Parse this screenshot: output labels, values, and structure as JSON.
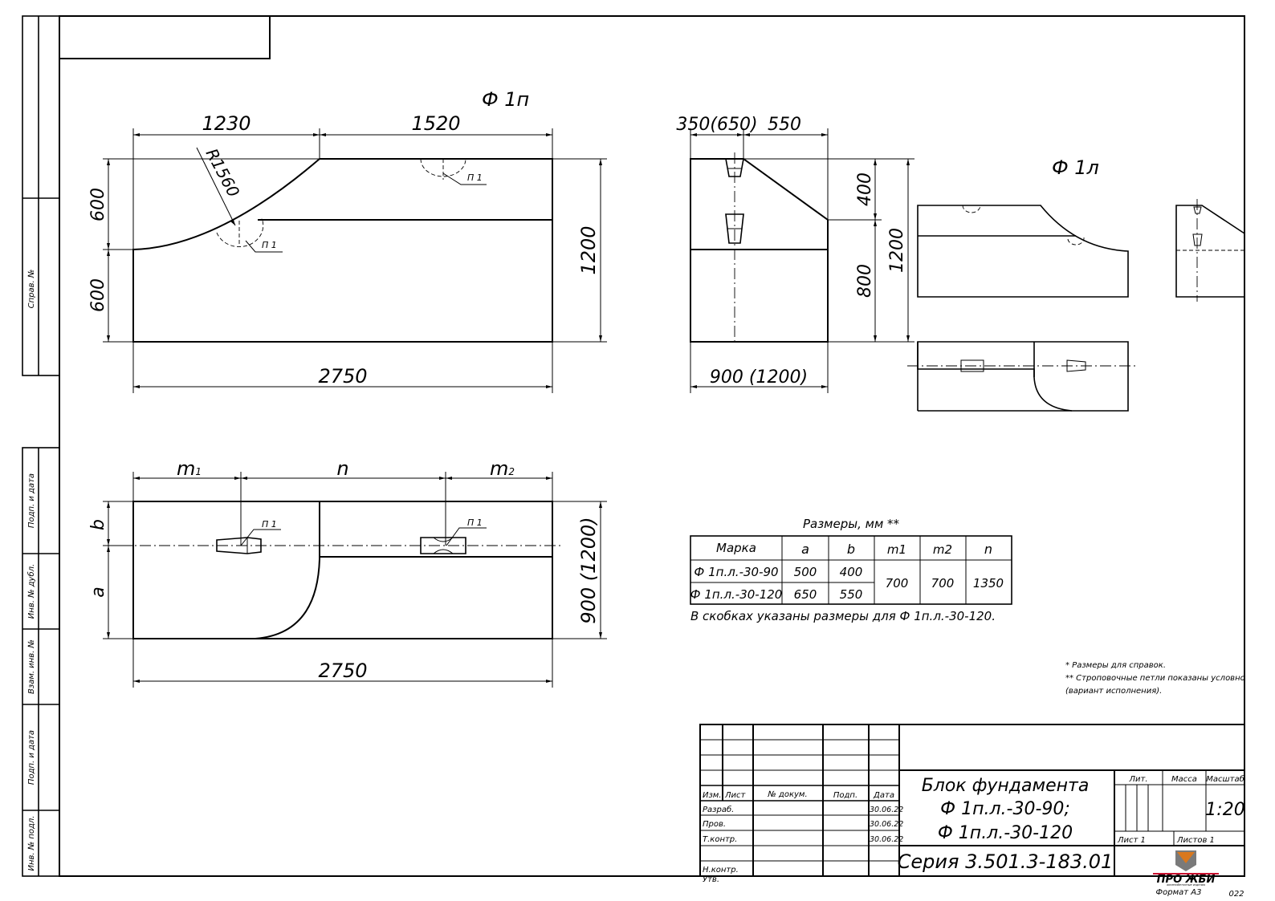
{
  "margin_labels": [
    "Справ. №",
    "Подп. и дата",
    "Инв. № дубл.",
    "Взам. инв. №",
    "Подп. и дата",
    "Инв. № подл."
  ],
  "view_titles": {
    "left": "Ф 1п",
    "right": "Ф 1л"
  },
  "front_view": {
    "dims": {
      "top_left": "1230",
      "top_right": "1520",
      "radius": "R1560",
      "left_upper": "600",
      "left_lower": "600",
      "right": "1200",
      "bottom": "2750"
    },
    "loop_labels": [
      "П 1",
      "П 1"
    ]
  },
  "side_view": {
    "dims": {
      "top_left": "350(650)",
      "top_right": "550",
      "right_upper": "400",
      "right_lower": "800",
      "right_total": "1200",
      "bottom": "900 (1200)"
    }
  },
  "plan_view": {
    "dims": {
      "m1": "m",
      "m1_sub": "1",
      "n": "n",
      "m2": "m",
      "m2_sub": "2",
      "b": "b",
      "a": "a",
      "right": "900 (1200)",
      "bottom": "2750"
    },
    "loop_labels": [
      "П 1",
      "П 1"
    ]
  },
  "size_table": {
    "title": "Размеры, мм **",
    "headers": [
      "Марка",
      "a",
      "b",
      "m1",
      "m2",
      "n"
    ],
    "rows": [
      [
        "Ф 1п.л.-30-90",
        "500",
        "400"
      ],
      [
        "Ф 1п.л.-30-120",
        "650",
        "550"
      ]
    ],
    "merged": {
      "m1": "700",
      "m2": "700",
      "n": "1350"
    },
    "note": "В скобках указаны размеры для Ф 1п.л.-30-120."
  },
  "footnotes": [
    "* Размеры для справок.",
    "** Строповочные петли показаны условно",
    "(вариант исполнения)."
  ],
  "title_block": {
    "col_headers": [
      "Изм.",
      "Лист",
      "№ докум.",
      "Подп.",
      "Дата"
    ],
    "rows": [
      {
        "role": "Разраб.",
        "date": "30.06.22"
      },
      {
        "role": "Пров.",
        "date": "30.06.22"
      },
      {
        "role": "Т.контр.",
        "date": "30.06.22"
      },
      {
        "role": "",
        "date": ""
      },
      {
        "role": "Н.контр.",
        "date": ""
      },
      {
        "role": "Утв.",
        "date": ""
      }
    ],
    "name_lines": [
      "Блок фундамента",
      "Ф 1п.л.-30-90;",
      "Ф 1п.л.-30-120"
    ],
    "series": "Серия 3.501.3-183.01",
    "lit_label": "Лит.",
    "mass_label": "Масса",
    "scale_label": "Масштаб",
    "scale_value": "1:20",
    "sheet": "Лист 1",
    "sheets": "Листов 1",
    "logo_text": "ПРО ЖБИ",
    "logo_subtext": "железобетонные изделия",
    "logo_colors": {
      "shield": "#7a7a7a",
      "accent": "#d9781e",
      "bar": "#c8102e"
    },
    "format": "Формат А3",
    "page_code": "022"
  }
}
